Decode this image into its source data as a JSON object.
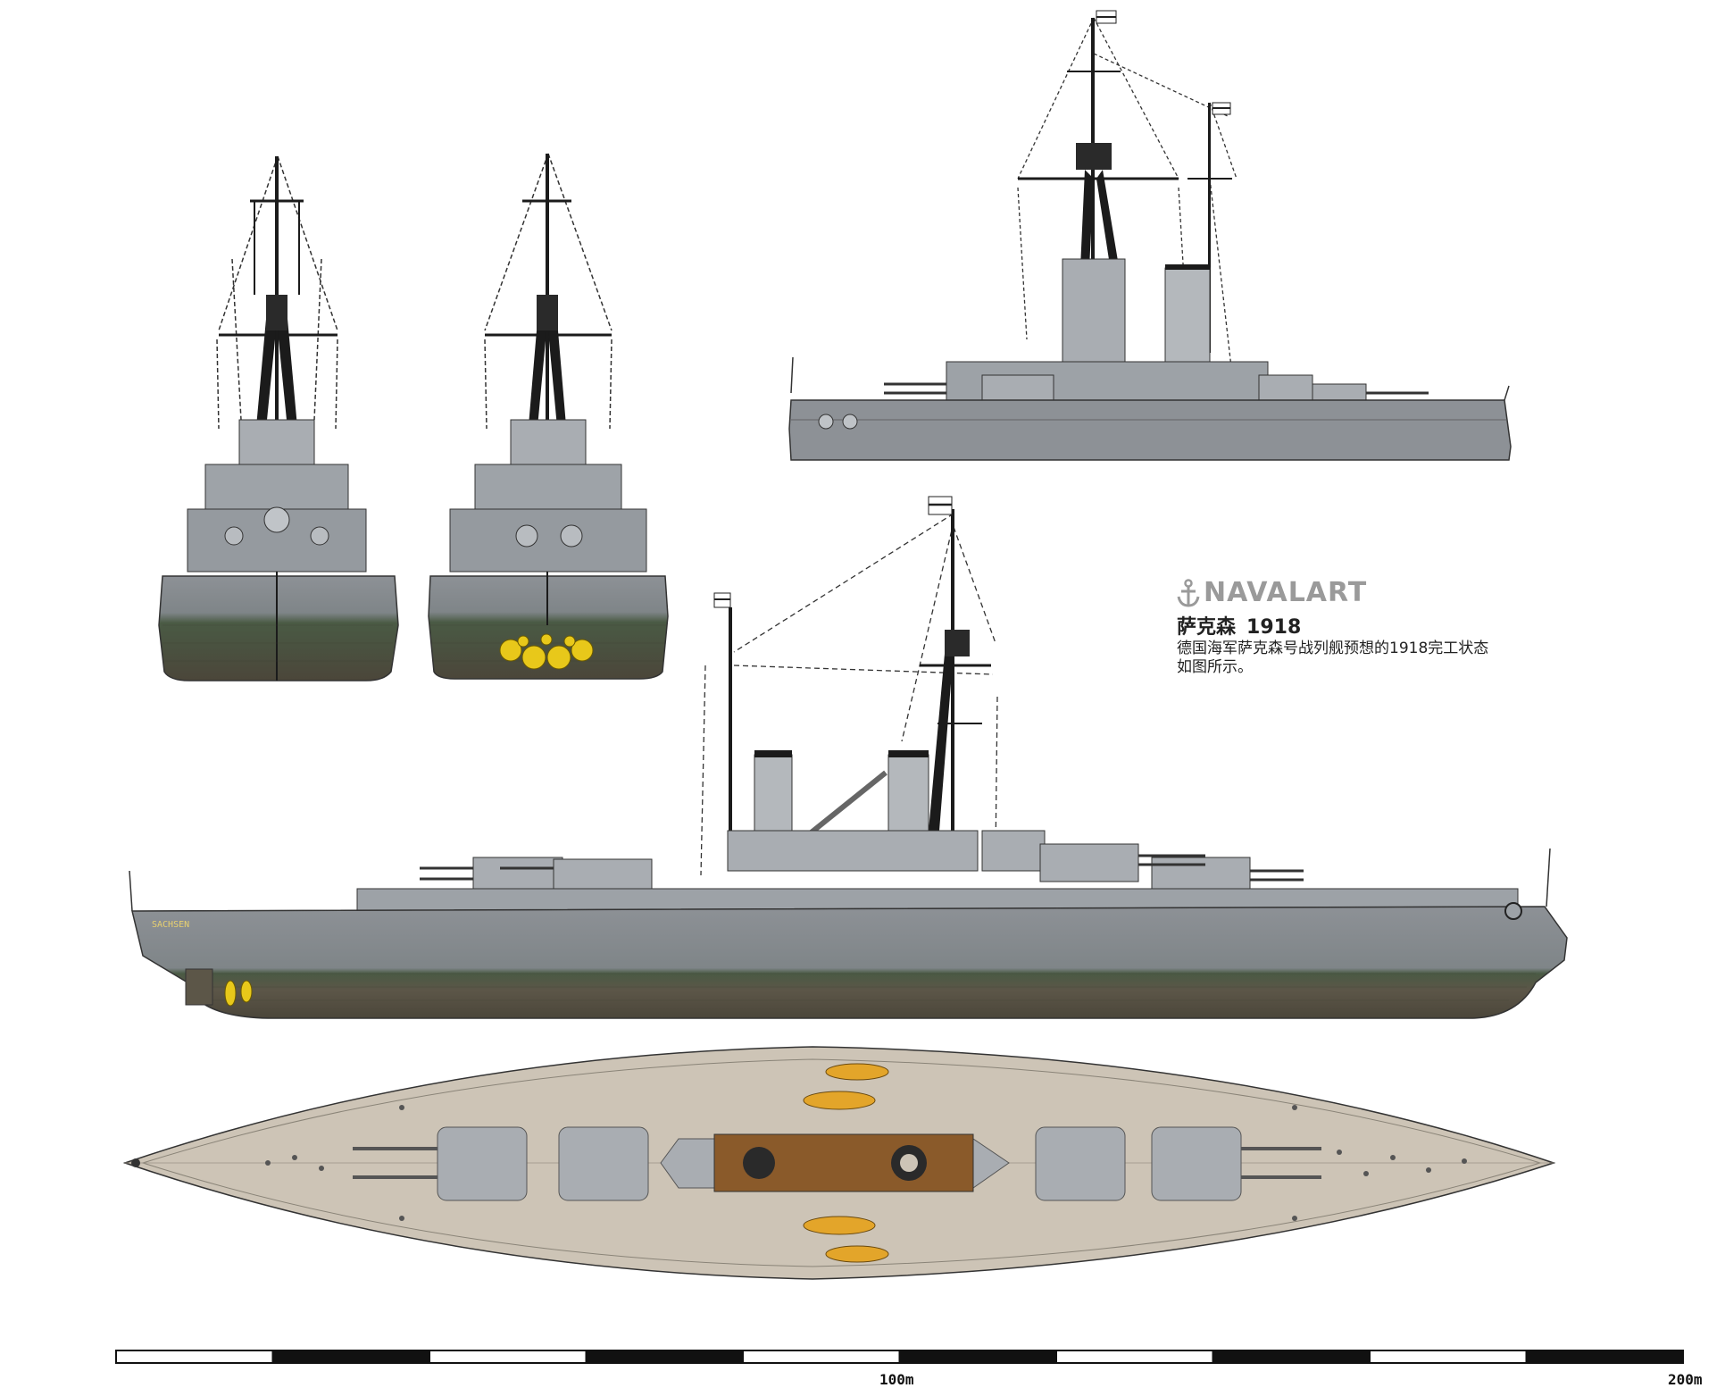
{
  "brand": {
    "name": "NAVALART",
    "icon": "anchor-icon"
  },
  "ship": {
    "title": "萨克森",
    "year": "1918",
    "description": "德国海军萨克森号战列舰预想的1918完工状态如图所示。",
    "hull_name_label": "SACHSEN"
  },
  "scale": {
    "labels": [
      "100m",
      "200m"
    ],
    "segments": 10
  },
  "colors": {
    "upper_hull": "#8d9196",
    "lower_hull": "#5c5648",
    "boot_topping": "#4a5a44",
    "superstructure": "#a9adb2",
    "deck": "#cdc4b6",
    "deck_wood": "#8a5a2a",
    "propeller": "#e8c81a",
    "dark": "#1b1b1b"
  }
}
